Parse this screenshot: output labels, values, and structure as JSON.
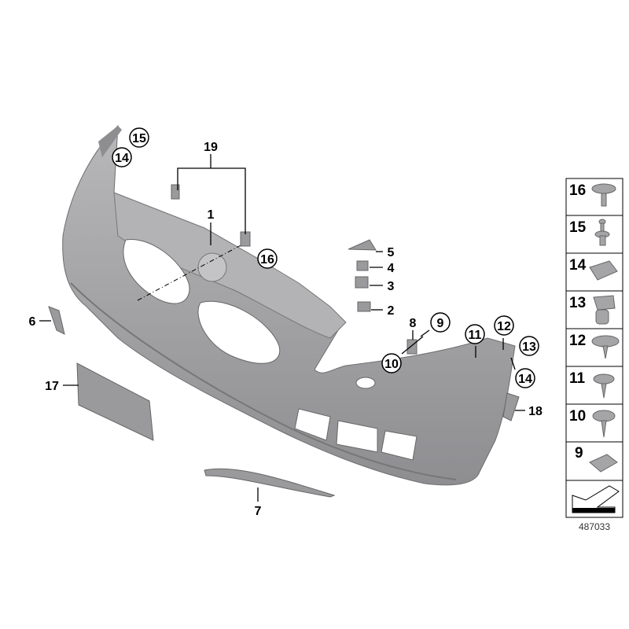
{
  "diagram_id": "487033",
  "colors": {
    "part": "#a8a8aa",
    "part_dark": "#7f7f82",
    "line": "#000000"
  },
  "callouts": {
    "c1": "1",
    "c2": "2",
    "c3": "3",
    "c4": "4",
    "c5": "5",
    "c6": "6",
    "c7": "7",
    "c8": "8",
    "c9": "9",
    "c10": "10",
    "c11": "11",
    "c12": "12",
    "c13": "13",
    "c14a": "14",
    "c14b": "14",
    "c15": "15",
    "c16": "16",
    "c17": "17",
    "c18": "18",
    "c19": "19"
  },
  "legend": {
    "items": [
      {
        "number": "16",
        "icon": "screw-with-washer-icon"
      },
      {
        "number": "15",
        "icon": "expanding-rivet-icon"
      },
      {
        "number": "14",
        "icon": "clip-nut-icon"
      },
      {
        "number": "13",
        "icon": "expanding-nut-icon"
      },
      {
        "number": "12",
        "icon": "collar-screw-large-icon"
      },
      {
        "number": "11",
        "icon": "collar-screw-icon"
      },
      {
        "number": "10",
        "icon": "hex-collar-screw-icon"
      },
      {
        "number": "9",
        "icon": "spring-nut-icon"
      }
    ],
    "last_icon": "forward-arrow-icon"
  }
}
